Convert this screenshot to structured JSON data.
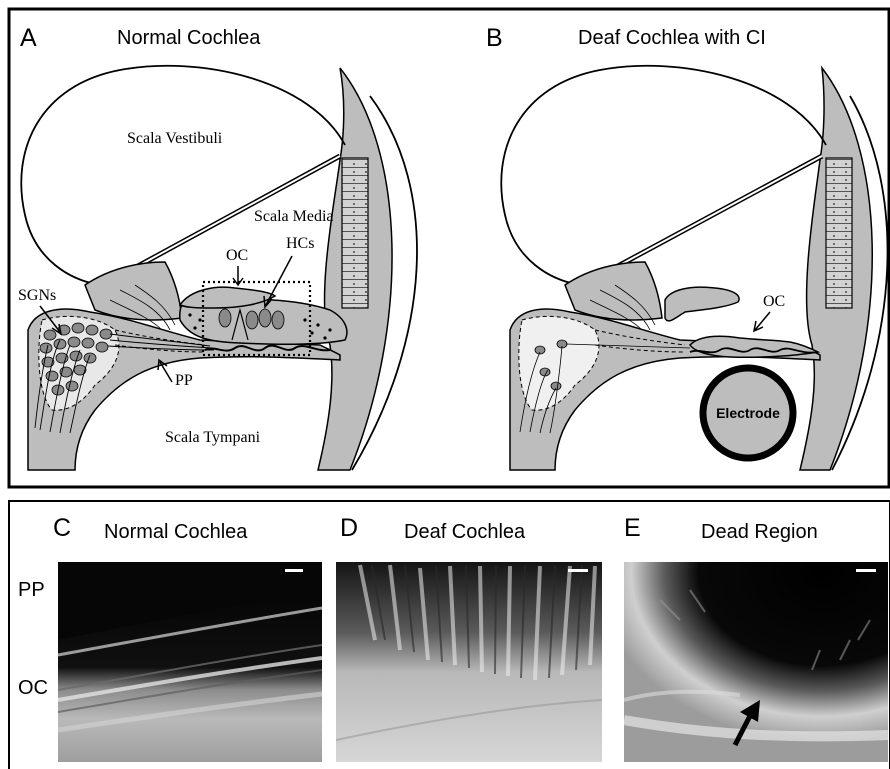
{
  "panel_a": {
    "letter": "A",
    "title": "Normal Cochlea",
    "labels": {
      "scala_vestibuli": "Scala Vestibuli",
      "scala_media": "Scala Media",
      "scala_tympani": "Scala Tympani",
      "oc": "OC",
      "hcs": "HCs",
      "sgns": "SGNs",
      "pp": "PP"
    }
  },
  "panel_b": {
    "letter": "B",
    "title": "Deaf Cochlea with CI",
    "labels": {
      "oc": "OC",
      "electrode": "Electrode"
    }
  },
  "panel_c": {
    "letter": "C",
    "title": "Normal Cochlea"
  },
  "panel_d": {
    "letter": "D",
    "title": "Deaf Cochlea"
  },
  "panel_e": {
    "letter": "E",
    "title": "Dead Region"
  },
  "row_labels": {
    "pp": "PP",
    "oc": "OC"
  },
  "colors": {
    "tissue_gray": "#bdbdbd",
    "dark_gray": "#8a8a8a",
    "outline": "#000000",
    "micrograph_dark": "#0b0b0b",
    "micrograph_light": "#c9c9c9"
  }
}
